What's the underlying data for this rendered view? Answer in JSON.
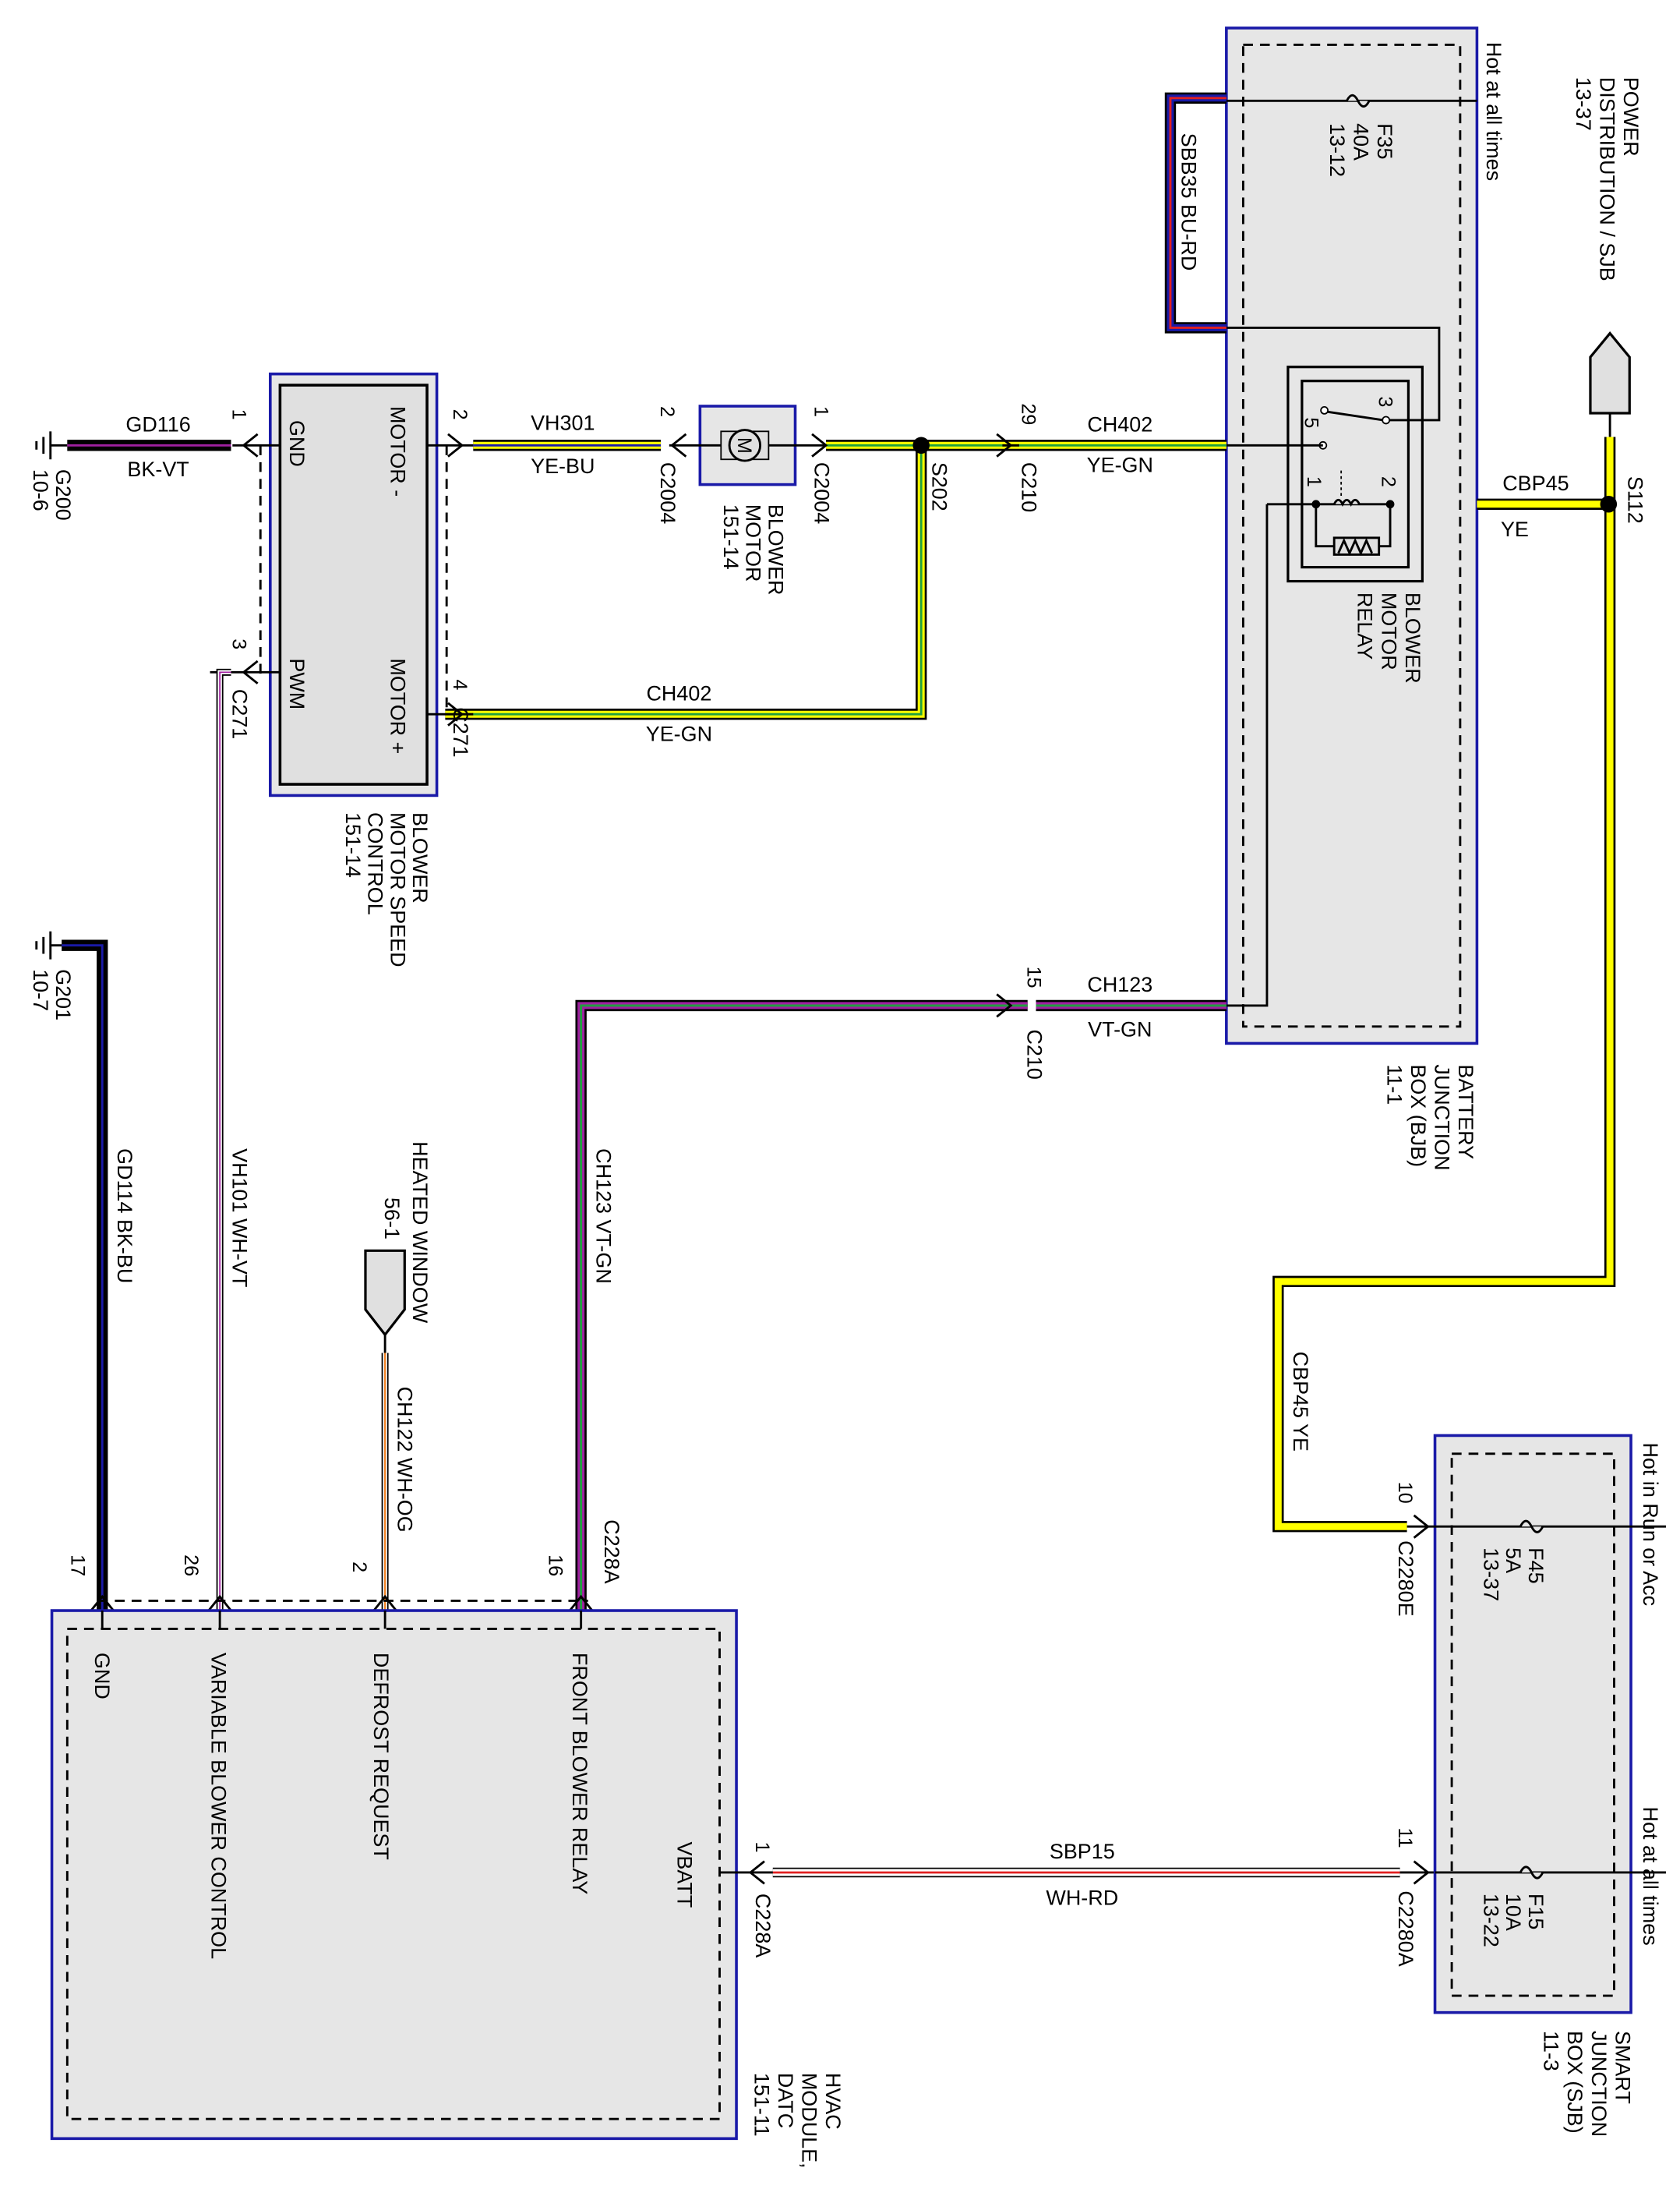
{
  "colors": {
    "box_fill": "#e6e6e6",
    "box_border": "#1a1aa8",
    "yellow": "#ffff00",
    "blue": "#1a1aa8",
    "violet": "#a020a0",
    "red": "#e02020",
    "orange": "#f08020",
    "green": "#20a040"
  },
  "bjb": {
    "name": [
      "BATTERY",
      "JUNCTION",
      "BOX (BJB)",
      "11-1"
    ],
    "hot": "Hot at all times",
    "fuse": {
      "id": "F35",
      "amps": "40A",
      "ref": "13-12"
    },
    "relay": {
      "name": [
        "BLOWER",
        "MOTOR",
        "RELAY"
      ],
      "pins": [
        "1",
        "2",
        "3",
        "5"
      ]
    }
  },
  "power_dist": [
    "POWER",
    "DISTRIBUTION / SJB",
    "13-37"
  ],
  "splices": {
    "s112": "S112",
    "s202": "S202"
  },
  "wires": {
    "sbb35": "SBB35  BU-RD",
    "cbp45_top": {
      "circuit": "CBP45",
      "color": "YE"
    },
    "cbp45_vert": "CBP45   YE",
    "ch402_top": {
      "circuit": "CH402",
      "color": "YE-GN",
      "pin": "29",
      "connector": "C210"
    },
    "ch402_bot": {
      "circuit": "CH402",
      "color": "YE-GN"
    },
    "vh301": {
      "circuit": "VH301",
      "color": "YE-BU"
    },
    "gd116": {
      "circuit": "GD116",
      "color": "BK-VT"
    },
    "ch123_top": {
      "circuit": "CH123",
      "color": "VT-GN",
      "pin": "15",
      "connector": "C210"
    },
    "ch123_vert": "CH123   VT-GN",
    "gd114": "GD114   BK-BU",
    "vh101": "VH101   WH-VT",
    "ch122": "CH122   WH-OG",
    "sbp15": {
      "circuit": "SBP15",
      "color": "WH-RD"
    }
  },
  "blower_motor": {
    "name": [
      "BLOWER",
      "MOTOR",
      "151-14"
    ],
    "symbol": "M",
    "pin_left": "2",
    "pin_right": "1",
    "connector": "C2004"
  },
  "speed_control": {
    "name": [
      "BLOWER",
      "MOTOR SPEED",
      "CONTROL",
      "151-14"
    ],
    "pins": {
      "gnd": "GND",
      "motor_minus": "MOTOR -",
      "pwm": "PWM",
      "motor_plus": "MOTOR +"
    },
    "pin_nums": {
      "p1": "1",
      "p2": "2",
      "p3": "3",
      "p4": "4"
    },
    "connector": "C271"
  },
  "grounds": {
    "g200": [
      "G200",
      "10-6"
    ],
    "g201": [
      "G201",
      "10-7"
    ]
  },
  "heated_window": [
    "HEATED WINDOW",
    "56-1"
  ],
  "hvac": {
    "name": [
      "HVAC",
      "MODULE,",
      "DATC",
      "151-11"
    ],
    "connector": "C228A",
    "pins": [
      {
        "num": "17",
        "label": "GND"
      },
      {
        "num": "26",
        "label": "VARIABLE BLOWER CONTROL"
      },
      {
        "num": "2",
        "label": "DEFROST REQUEST"
      },
      {
        "num": "16",
        "label": "FRONT BLOWER RELAY"
      }
    ],
    "vbatt": {
      "label": "VBATT",
      "num": "1"
    }
  },
  "sjb": {
    "name": [
      "SMART",
      "JUNCTION",
      "BOX (SJB)",
      "11-3"
    ],
    "hot_run": "Hot in Run or Acc",
    "hot_all": "Hot at all times",
    "f45": {
      "id": "F45",
      "amps": "5A",
      "ref": "13-37",
      "pin": "10",
      "connector": "C2280E"
    },
    "f15": {
      "id": "F15",
      "amps": "10A",
      "ref": "13-22",
      "pin": "11",
      "connector": "C2280A"
    }
  }
}
